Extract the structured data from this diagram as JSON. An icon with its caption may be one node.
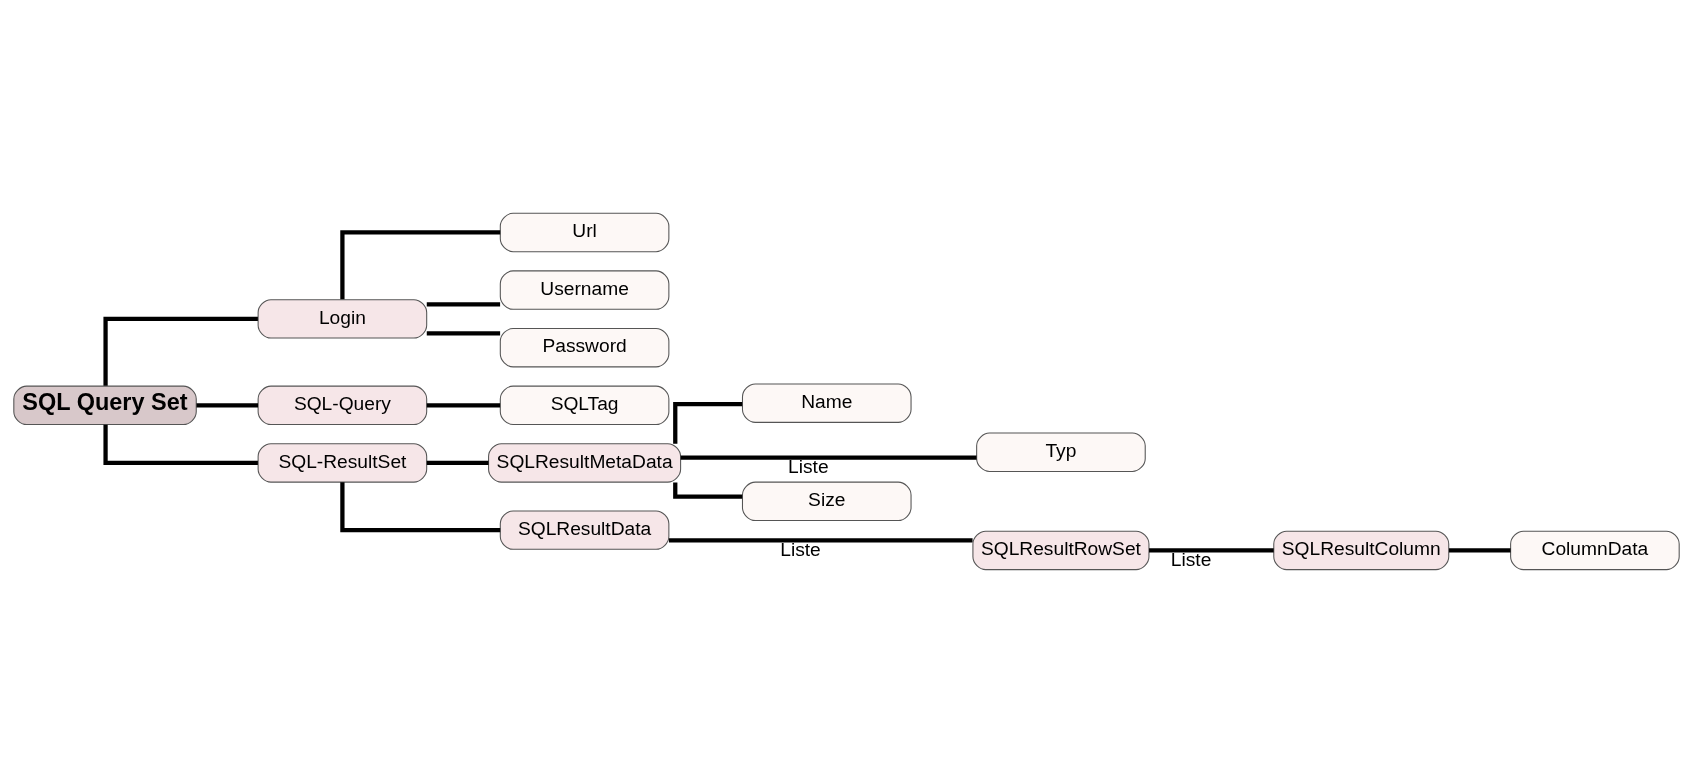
{
  "diagram": {
    "nodes": [
      {
        "text": [
          "SQL Query Set"
        ]
      },
      {
        "text": [
          "Login"
        ]
      },
      {
        "text": [
          "SQL-Query"
        ]
      },
      {
        "text": [
          "SQL-ResultSet"
        ]
      },
      {
        "text": [
          "Url"
        ]
      },
      {
        "text": [
          "Username"
        ]
      },
      {
        "text": [
          "Password"
        ]
      },
      {
        "text": [
          "SQLTag"
        ]
      },
      {
        "text": [
          "SQLResultMetaData"
        ]
      },
      {
        "text": [
          "SQLResultData"
        ]
      },
      {
        "text": [
          "Name"
        ]
      },
      {
        "text": [
          "Typ"
        ]
      },
      {
        "text": [
          "Size"
        ]
      },
      {
        "text": [
          "SQLResultRowSet"
        ]
      },
      {
        "text": [
          "SQLResultColumn"
        ]
      },
      {
        "text": [
          "ColumnData"
        ]
      }
    ],
    "edges": [
      {
        "from": 0,
        "to": 1,
        "arrow": "none"
      },
      {
        "from": 0,
        "to": 2,
        "arrow": "none"
      },
      {
        "from": 0,
        "to": 3,
        "arrow": "none"
      },
      {
        "from": 1,
        "to": 4,
        "arrow": "none"
      },
      {
        "from": 1,
        "to": 5,
        "arrow": "none"
      },
      {
        "from": 1,
        "to": 6,
        "arrow": "none"
      },
      {
        "from": 2,
        "to": 7,
        "arrow": "none"
      },
      {
        "from": 3,
        "to": 8,
        "arrow": "none"
      },
      {
        "from": 3,
        "to": 9,
        "arrow": "none"
      },
      {
        "from": 8,
        "to": 10,
        "arrow": "none"
      },
      {
        "from": 8,
        "to": 11,
        "arrow": "none",
        "label": "Liste"
      },
      {
        "from": 8,
        "to": 12,
        "arrow": "none"
      },
      {
        "from": 9,
        "to": 13,
        "arrow": "none",
        "label": "Liste"
      },
      {
        "from": 13,
        "to": 14,
        "arrow": "none",
        "label": "Liste"
      },
      {
        "from": 14,
        "to": 15,
        "arrow": "none"
      }
    ]
  }
}
